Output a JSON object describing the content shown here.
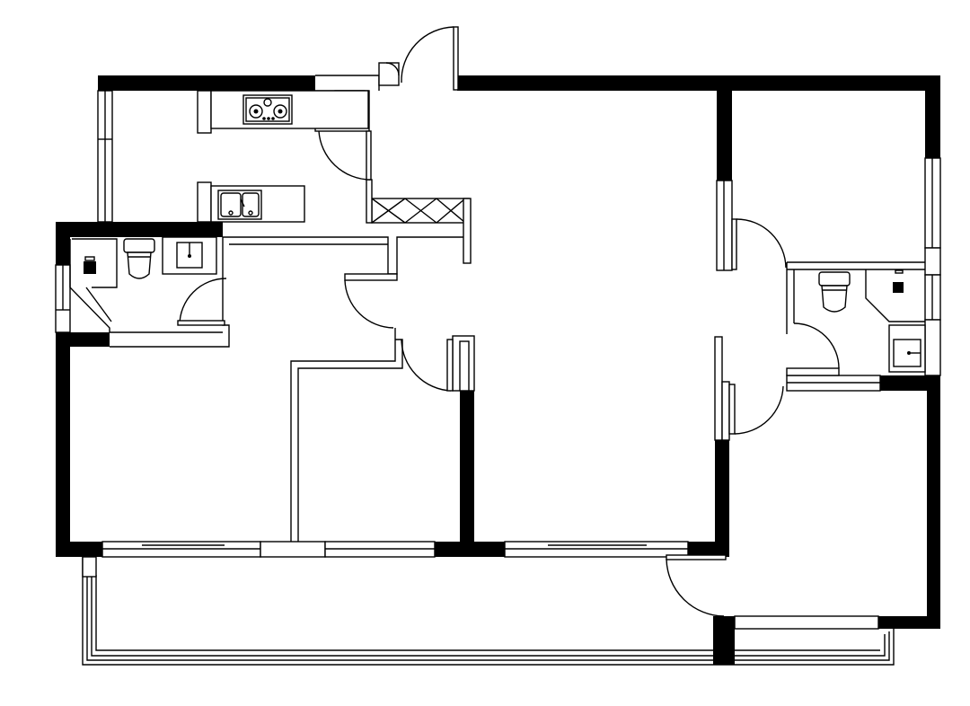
{
  "diagram": {
    "type": "architectural floor plan",
    "text_labels": [],
    "colors": {
      "wall": "#000000",
      "line": "#000000",
      "background": "#ffffff"
    },
    "rooms": [
      "kitchen",
      "bathroom-left",
      "bedroom-left",
      "bedroom-middle",
      "living-room",
      "bedroom-top-right",
      "bathroom-right",
      "bedroom-bottom-right",
      "balcony"
    ],
    "fixtures": [
      "stove-icon",
      "kitchen-sink-icon",
      "toilet-icon",
      "washbasin-icon",
      "shower-drain-icon"
    ]
  }
}
